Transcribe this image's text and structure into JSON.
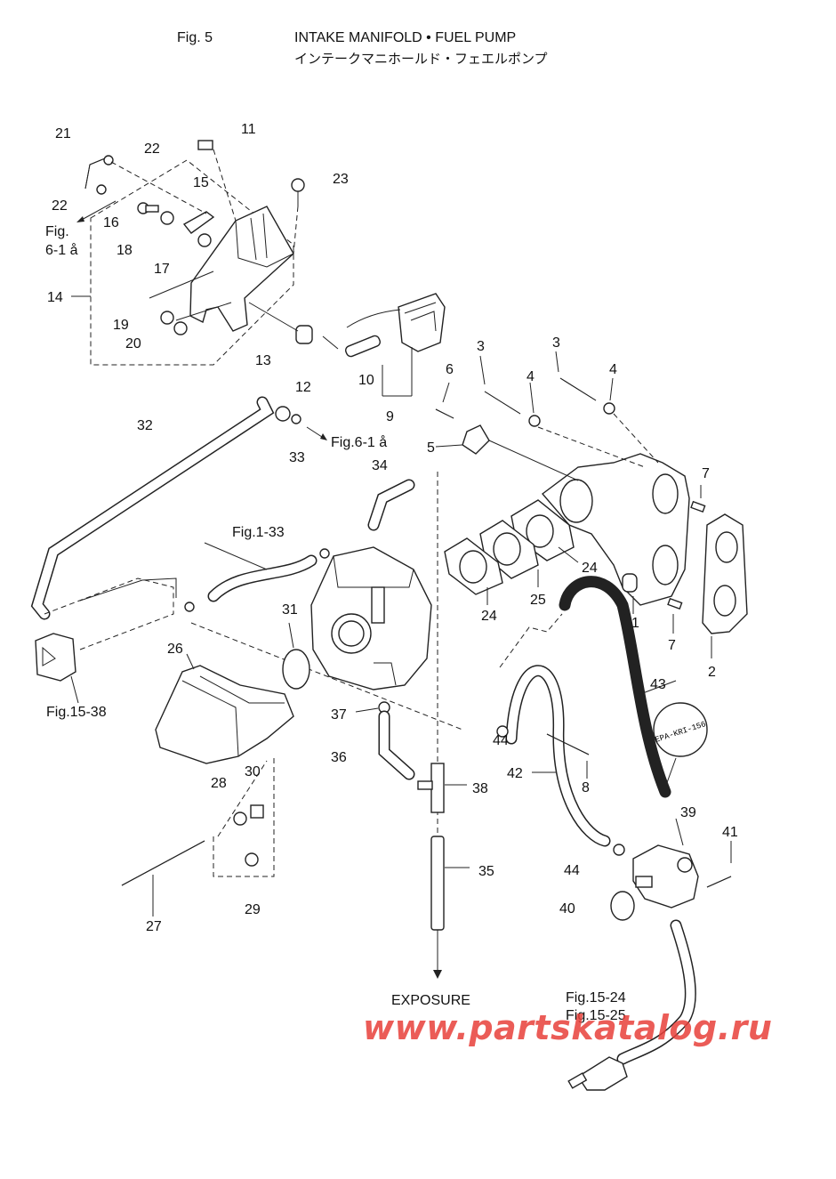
{
  "header": {
    "fig_no": "Fig. 5",
    "title_en": "INTAKE MANIFOLD • FUEL PUMP",
    "title_jp": "インテークマニホールド・フェエルポンプ"
  },
  "callouts": {
    "c1": "1",
    "c2": "2",
    "c3a": "3",
    "c3b": "3",
    "c4a": "4",
    "c4b": "4",
    "c5": "5",
    "c6": "6",
    "c7a": "7",
    "c7b": "7",
    "c8": "8",
    "c9": "9",
    "c10": "10",
    "c11": "11",
    "c12": "12",
    "c13": "13",
    "c14": "14",
    "c15": "15",
    "c16": "16",
    "c17": "17",
    "c18": "18",
    "c19": "19",
    "c20": "20",
    "c21": "21",
    "c22a": "22",
    "c22b": "22",
    "c23": "23",
    "c24a": "24",
    "c24b": "24",
    "c25": "25",
    "c26": "26",
    "c27": "27",
    "c28": "28",
    "c29": "29",
    "c30": "30",
    "c31": "31",
    "c32": "32",
    "c33": "33",
    "c34": "34",
    "c35": "35",
    "c36": "36",
    "c37": "37",
    "c38": "38",
    "c39": "39",
    "c40": "40",
    "c41": "41",
    "c42": "42",
    "c43": "43",
    "c44a": "44",
    "c44b": "44"
  },
  "refs": {
    "fig_6_1a_line1": "Fig.",
    "fig_6_1a_line2": "6-1 å",
    "fig_6_1a_b": "Fig.6-1 å",
    "fig_1_33": "Fig.1-33",
    "fig_15_38": "Fig.15-38",
    "fig_15_24": "Fig.15-24",
    "fig_15_25": "Fig.15-25",
    "exposure": "EXPOSURE",
    "tag": "EPA-KRI-156"
  },
  "watermark": "www.partskatalog.ru"
}
